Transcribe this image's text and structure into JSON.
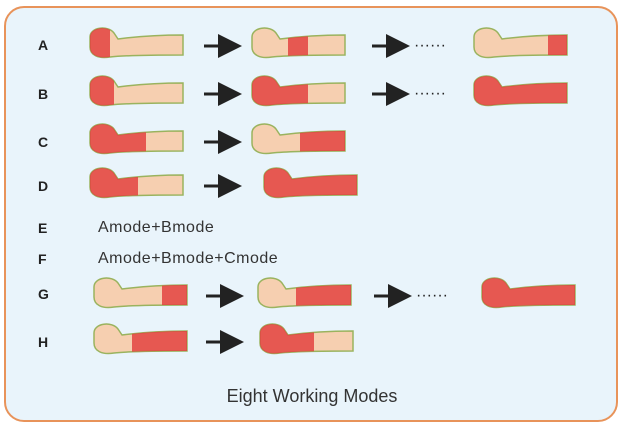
{
  "rows": [
    {
      "label": "A"
    },
    {
      "label": "B"
    },
    {
      "label": "C"
    },
    {
      "label": "D"
    },
    {
      "label": "E",
      "formula": "Amode+Bmode"
    },
    {
      "label": "F",
      "formula": "Amode+Bmode+Cmode"
    },
    {
      "label": "G"
    },
    {
      "label": "H"
    }
  ],
  "caption": "Eight Working Modes",
  "colors": {
    "border": "#e8935a",
    "panel_bg": "#e9f4fb",
    "skin": "#f6cfb0",
    "foot": "#cfe0a8",
    "outline": "#9ab35e",
    "cuff": "#e23a3a",
    "arrow": "#222222"
  }
}
